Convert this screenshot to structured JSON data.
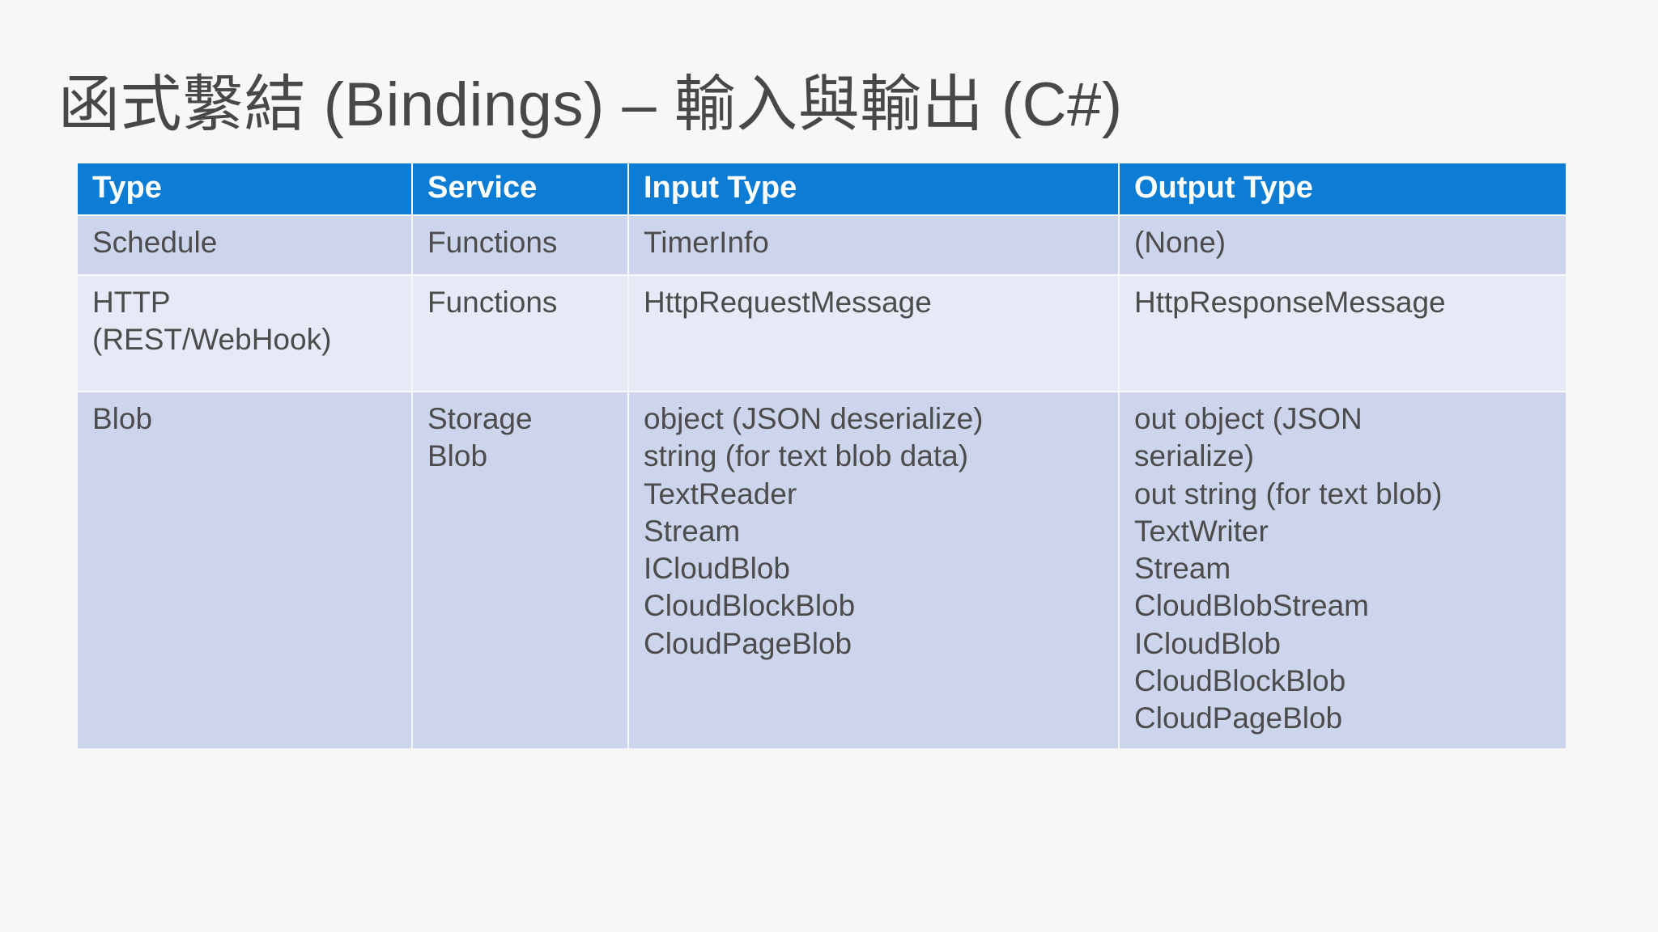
{
  "slide": {
    "title": "函式繫結 (Bindings) – 輸入與輸出 (C#)",
    "background_color": "#f7f7f7",
    "title_color": "#484848"
  },
  "table": {
    "header_bg": "#0c7cd4",
    "header_text_color": "#ffffff",
    "row_band_a_bg": "#ccd5ec",
    "row_band_b_bg": "#e6eaf6",
    "body_text_color": "#4c4c4c",
    "columns": [
      {
        "label": "Type"
      },
      {
        "label": "Service"
      },
      {
        "label": "Input Type"
      },
      {
        "label": "Output Type"
      }
    ],
    "rows": [
      {
        "type": "Schedule",
        "service": "Functions",
        "input_lines": [
          "TimerInfo"
        ],
        "output_lines": [
          "(None)"
        ]
      },
      {
        "type_lines": [
          "HTTP",
          "(REST/WebHook)"
        ],
        "service": "Functions",
        "input_lines": [
          "HttpRequestMessage"
        ],
        "output_lines": [
          "HttpResponseMessage"
        ]
      },
      {
        "type": "Blob",
        "service_lines": [
          "Storage",
          "Blob"
        ],
        "input_lines": [
          "object (JSON deserialize)",
          "string (for text blob data)",
          "TextReader",
          "Stream",
          "ICloudBlob",
          "CloudBlockBlob",
          "CloudPageBlob"
        ],
        "output_lines": [
          "out object (JSON",
          "serialize)",
          "out string (for text blob)",
          "TextWriter",
          "Stream",
          "CloudBlobStream",
          "ICloudBlob",
          "CloudBlockBlob",
          "CloudPageBlob"
        ]
      }
    ]
  }
}
